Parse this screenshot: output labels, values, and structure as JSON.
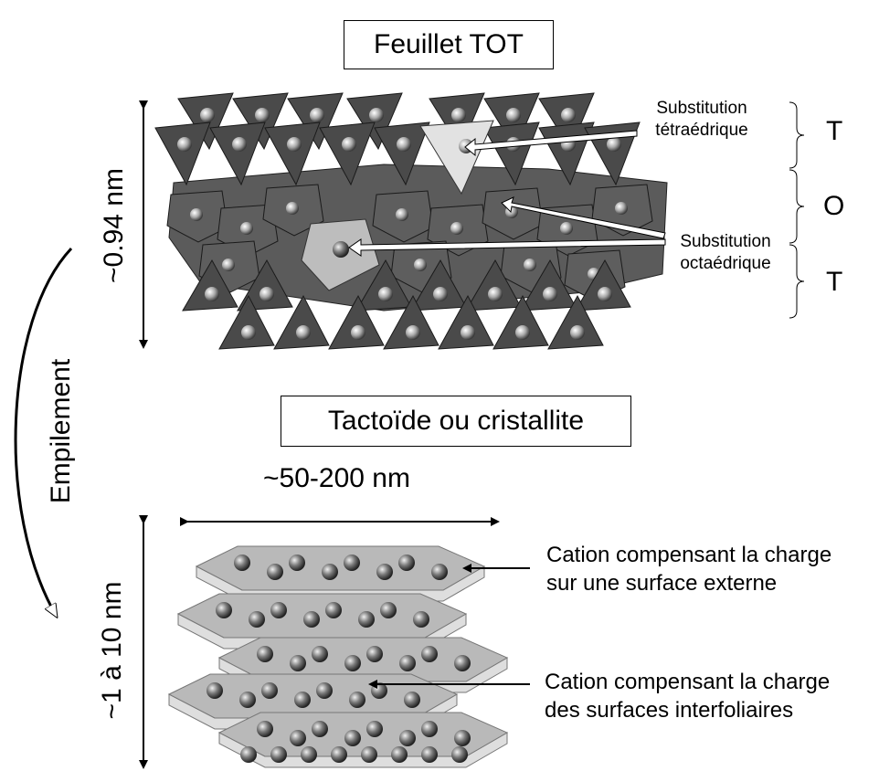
{
  "titles": {
    "sheet": "Feuillet TOT",
    "tactoid": "Tactoïde ou cristallite"
  },
  "dimensions": {
    "sheet_thickness": "~0.94 nm",
    "tactoid_width": "~50-200 nm",
    "tactoid_thickness": "~1 à 10 nm"
  },
  "process": {
    "stacking": "Empilement"
  },
  "annotations": {
    "tetra_line1": "Substitution",
    "tetra_line2": "tétraédrique",
    "octa_line1": "Substitution",
    "octa_line2": "octaédrique",
    "cation_ext_line1": "Cation compensant la charge",
    "cation_ext_line2": "sur une surface externe",
    "cation_int_line1": "Cation compensant la charge",
    "cation_int_line2": "des surfaces interfoliaires"
  },
  "layers": {
    "top": "T",
    "middle": "O",
    "bottom": "T"
  },
  "colors": {
    "polyhedra_dark": "#4a4a4a",
    "polyhedra_light": "#d6d6d6",
    "sheet_top": "#b9b9b9",
    "sheet_side": "#dedede"
  }
}
